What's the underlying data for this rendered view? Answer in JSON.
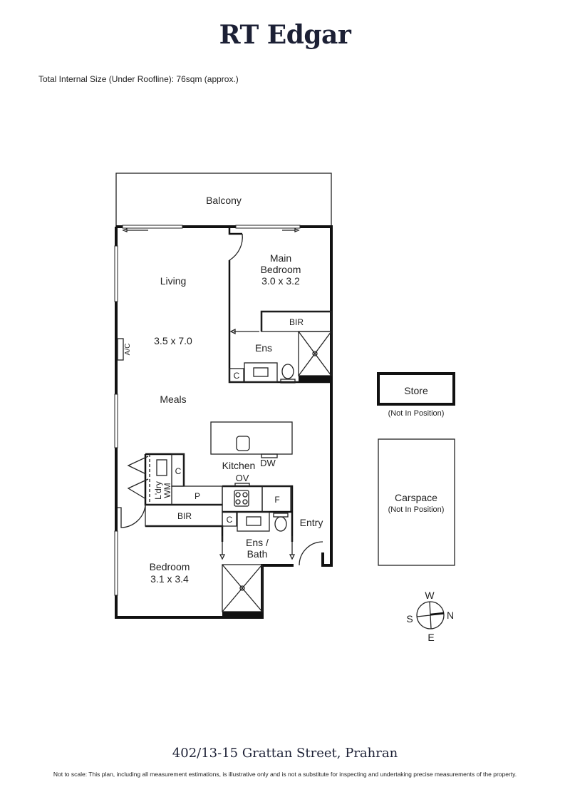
{
  "header": {
    "brand": "RT Edgar",
    "size_note": "Total Internal Size (Under Roofline):  76sqm (approx.)"
  },
  "plan": {
    "balcony": "Balcony",
    "living": "Living",
    "living_dims": "3.5 x 7.0",
    "ac": "A/C",
    "meals": "Meals",
    "main_bedroom_1": "Main",
    "main_bedroom_2": "Bedroom",
    "main_bedroom_dims": "3.0 x 3.2",
    "bir_main": "BIR",
    "ens": "Ens",
    "c_ens": "C",
    "kitchen": "Kitchen",
    "dw": "DW",
    "ov": "OV",
    "f": "F",
    "p": "P",
    "c_laundry": "C",
    "laundry": "L'dry",
    "wm": "WM",
    "bir_bed2": "BIR",
    "c_bath": "C",
    "ens_bath_1": "Ens /",
    "ens_bath_2": "Bath",
    "entry": "Entry",
    "bedroom": "Bedroom",
    "bedroom_dims": "3.1 x 3.4",
    "store": "Store",
    "store_note": "(Not In Position)",
    "carspace": "Carspace",
    "carspace_note": "(Not In Position)"
  },
  "compass": {
    "n": "N",
    "s": "S",
    "e": "E",
    "w": "W"
  },
  "footer": {
    "address": "402/13-15 Grattan Street, Prahran",
    "disclaimer": "Not to scale: This plan, including all measurement estimations, is illustrative only and is not a substitute for inspecting and undertaking precise measurements of the property."
  }
}
